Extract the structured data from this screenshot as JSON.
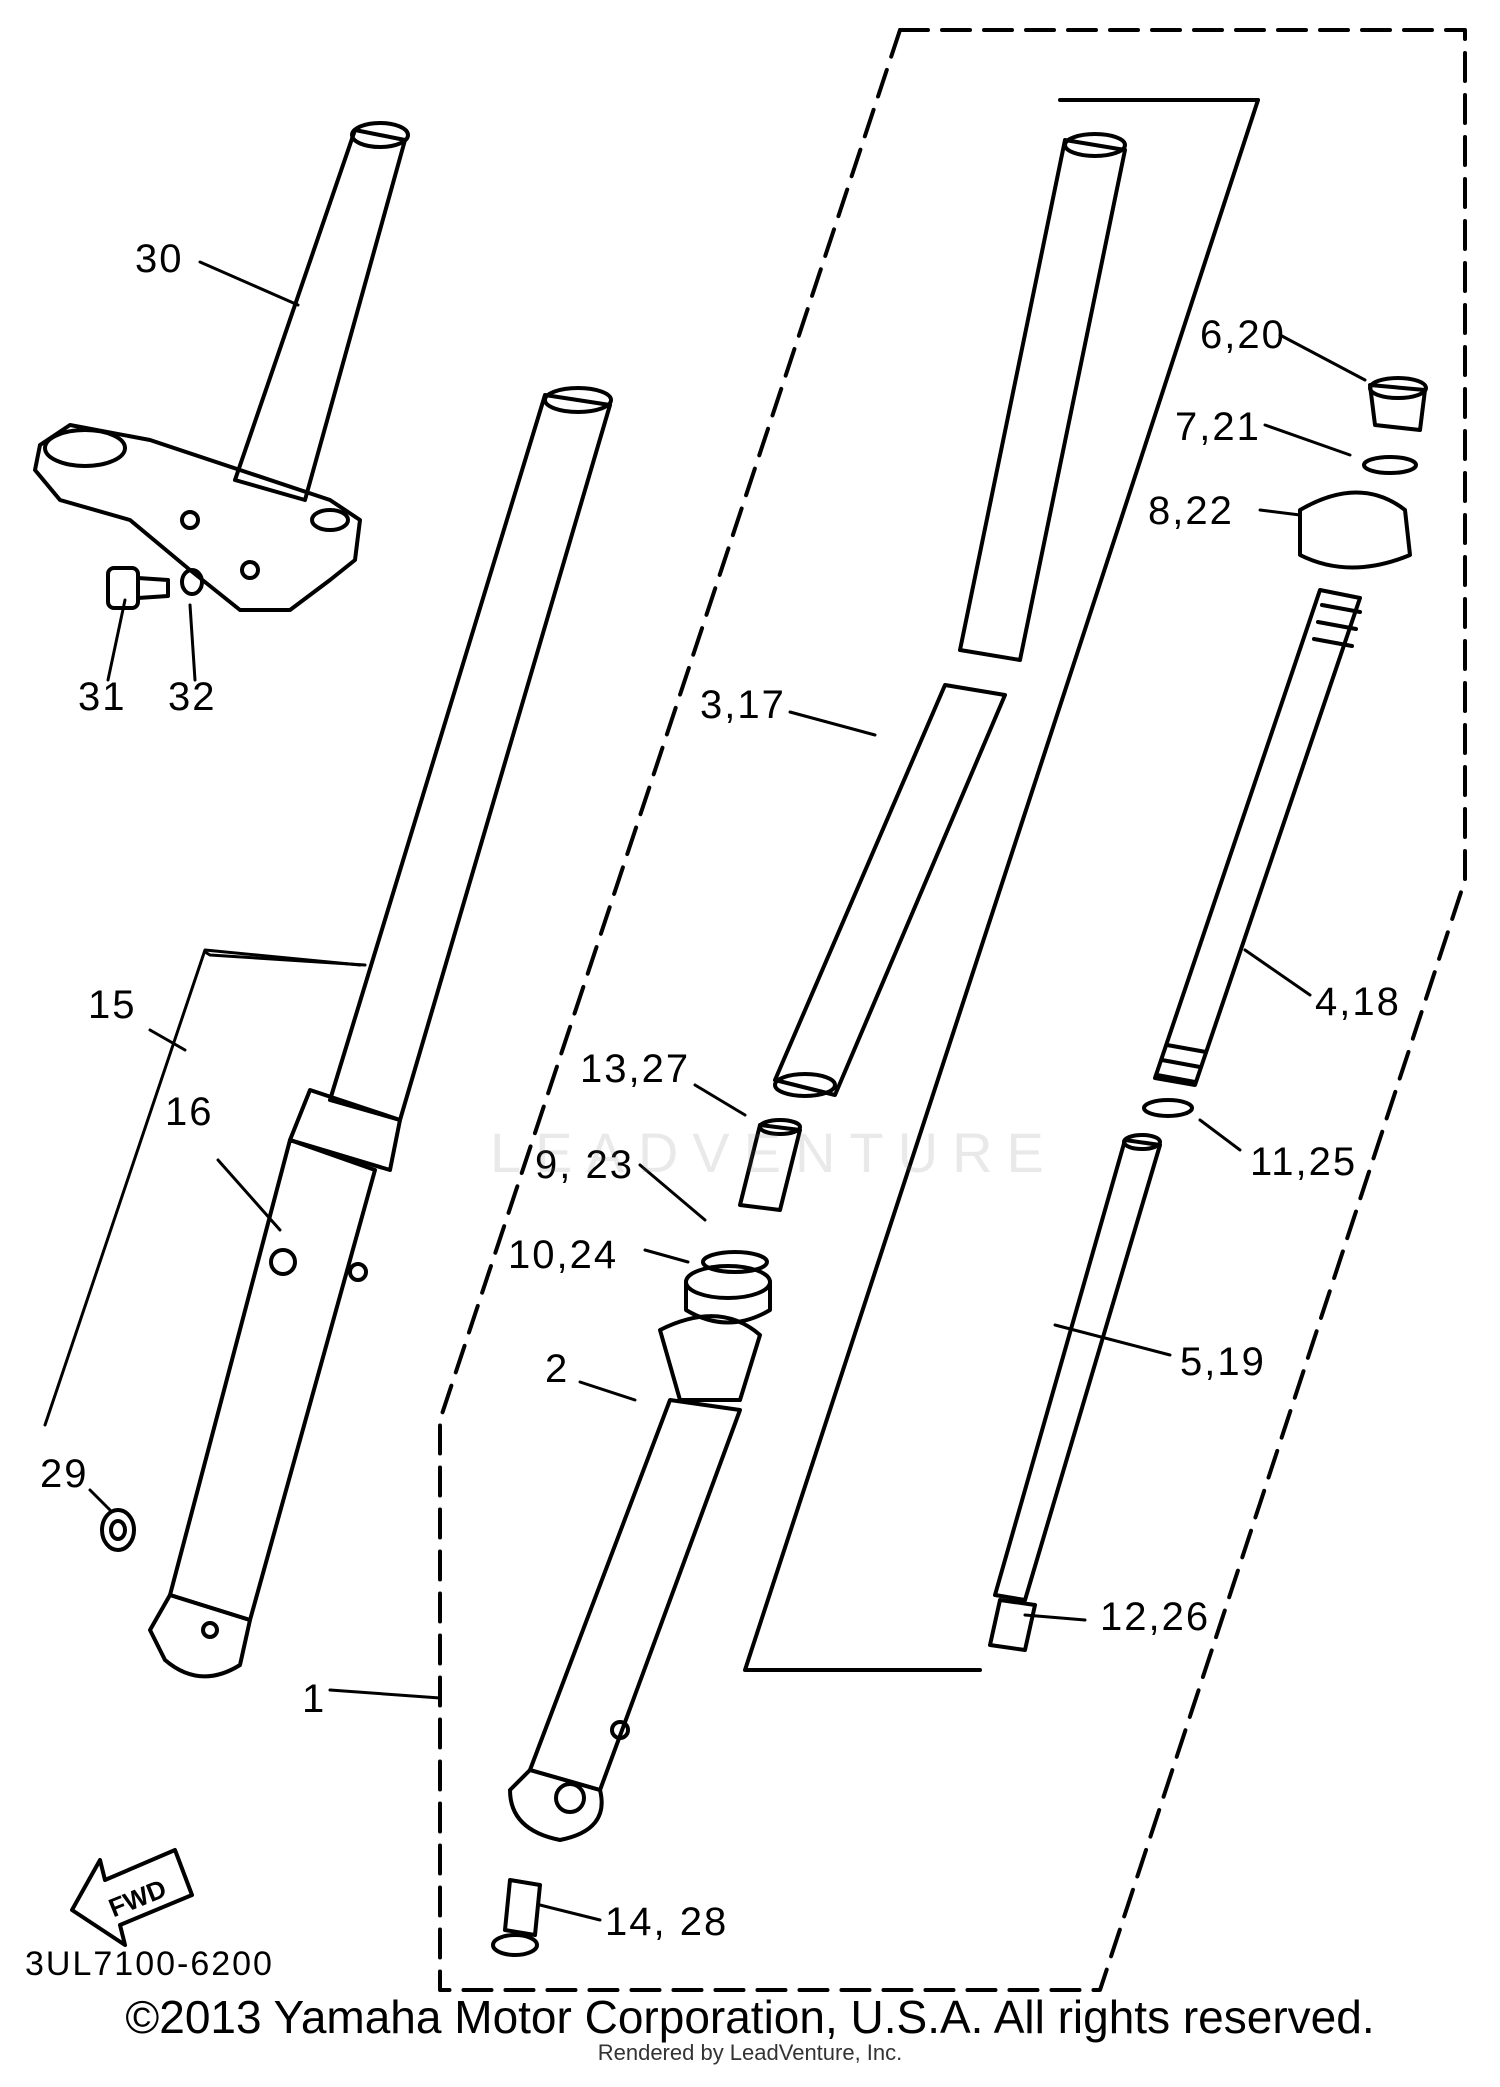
{
  "callouts": {
    "p30": "30",
    "p31": "31",
    "p32": "32",
    "p15": "15",
    "p16": "16",
    "p29": "29",
    "p1": "1",
    "p2": "2",
    "p3_17": "3,17",
    "p13_27": "13,27",
    "p9_23": "9, 23",
    "p10_24": "10,24",
    "p14_28": "14, 28",
    "p6_20": "6,20",
    "p7_21": "7,21",
    "p8_22": "8,22",
    "p4_18": "4,18",
    "p11_25": "11,25",
    "p5_19": "5,19",
    "p12_26": "12,26"
  },
  "part_code": "3UL7100-6200",
  "fwd_label": "FWD",
  "copyright": "©2013 Yamaha Motor Corporation, U.S.A. All rights reserved.",
  "rendered_by": "Rendered by LeadVenture, Inc.",
  "watermark": "LEADVENTURE",
  "colors": {
    "ink": "#000000",
    "paper": "#ffffff"
  }
}
